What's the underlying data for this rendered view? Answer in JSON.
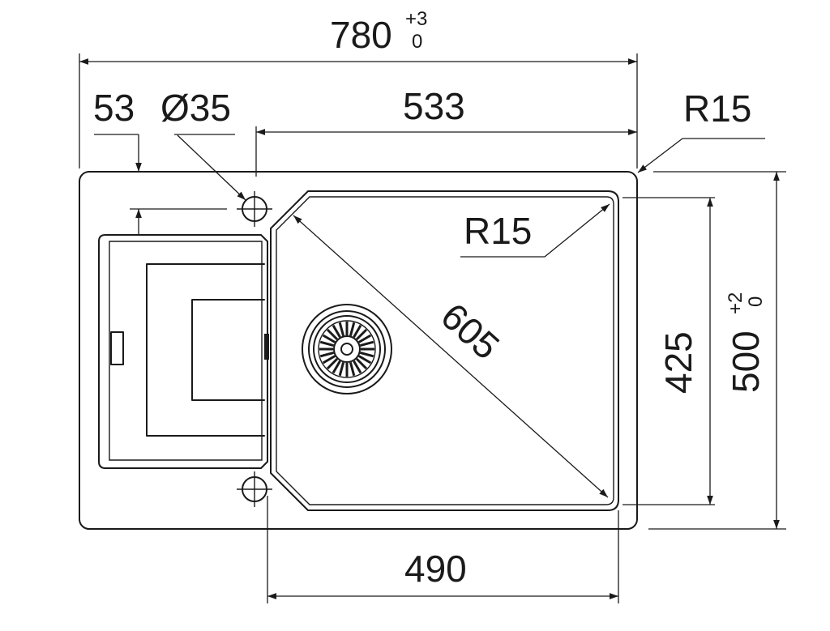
{
  "drawing": {
    "dimensions": {
      "overall_width": {
        "value": "780",
        "tol_upper": "+3",
        "tol_lower": "0"
      },
      "overall_depth": {
        "value": "500",
        "tol_upper": "+2",
        "tol_lower": "0"
      },
      "tap_offset": "53",
      "tap_hole": "Ø35",
      "bowl_width_top": "533",
      "corner_radius_outer": "R15",
      "corner_radius_bowl": "R15",
      "bowl_diagonal": "605",
      "bowl_depth": "425",
      "bowl_width_bottom": "490"
    }
  }
}
